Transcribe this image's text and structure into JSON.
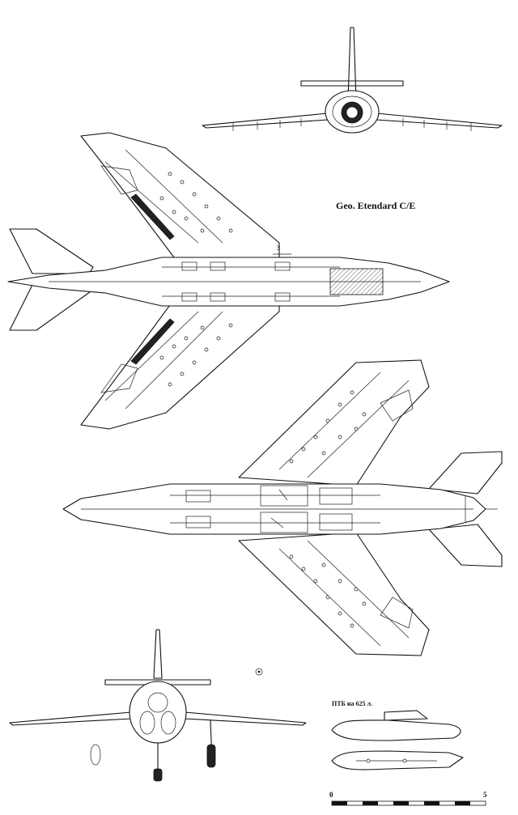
{
  "title": "Geo. Etendard C/E",
  "section_marker": "3",
  "tank_caption": "ПТБ на 625 л.",
  "scale": {
    "start": "0",
    "end": "5"
  }
}
